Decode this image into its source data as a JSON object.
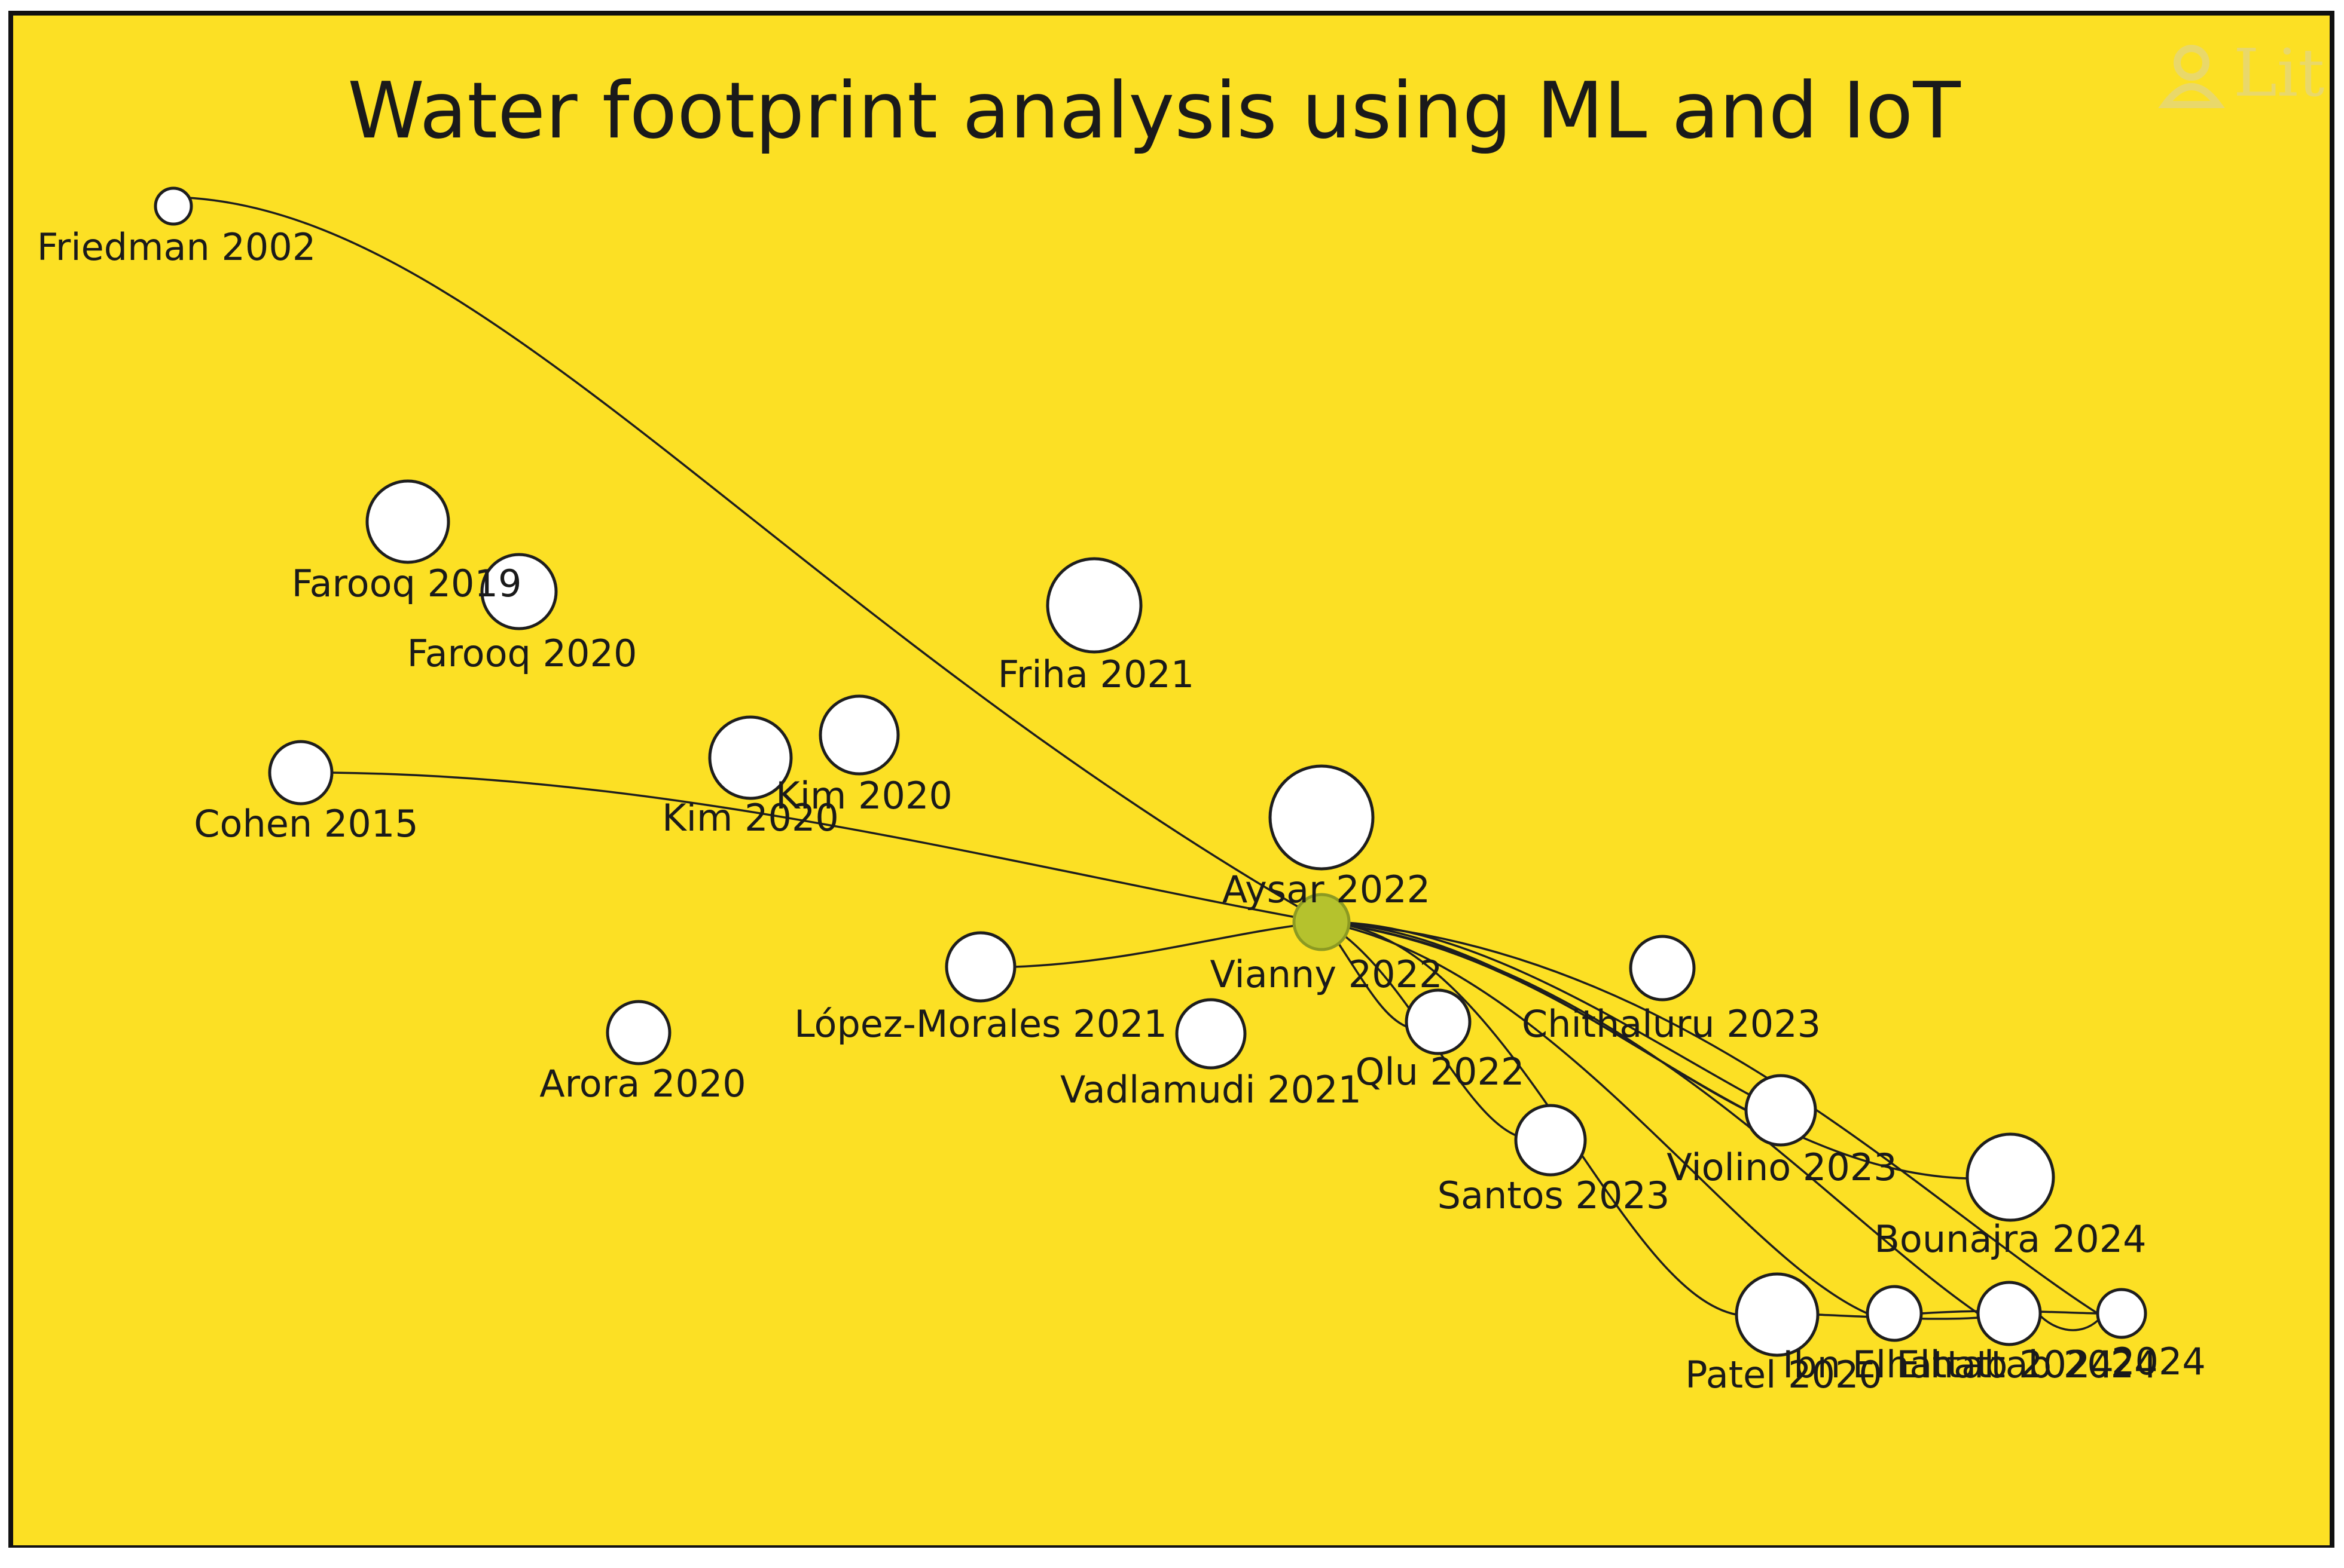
{
  "colors": {
    "background": "#fce024",
    "frame": "#111111",
    "node_fill": "#ffffff",
    "focus_fill": "#b5c22d",
    "edge": "#1e1e1e"
  },
  "title": "Water footprint analysis using ML and IoT",
  "watermark": "Lit",
  "watermark_icon": "person-network-icon",
  "nodes": [
    {
      "id": "friedman2002",
      "label": "Friedman 2002"
    },
    {
      "id": "farooq2019",
      "label": "Farooq 2019"
    },
    {
      "id": "farooq2020",
      "label": "Farooq 2020"
    },
    {
      "id": "friha2021",
      "label": "Friha 2021"
    },
    {
      "id": "cohen2015",
      "label": "Cohen 2015"
    },
    {
      "id": "kim2020a",
      "label": "Kim 2020"
    },
    {
      "id": "kim2020b",
      "label": "Kim 2020"
    },
    {
      "id": "aysar2022",
      "label": "Aysar 2022"
    },
    {
      "id": "vianny2022",
      "label": "Vianny 2022"
    },
    {
      "id": "lopez2021",
      "label": "López-Morales 2021"
    },
    {
      "id": "vadlamudi2021",
      "label": "Vadlamudi 2021"
    },
    {
      "id": "arora2020",
      "label": "Arora 2020"
    },
    {
      "id": "qiu2022",
      "label": "Qlu 2022"
    },
    {
      "id": "chithaluru2023",
      "label": "Chithaluru 2023"
    },
    {
      "id": "violino2023",
      "label": "Violino 2023"
    },
    {
      "id": "santos2023",
      "label": "Santos 2023"
    },
    {
      "id": "bounajra2024",
      "label": "Bounajra 2024"
    },
    {
      "id": "patel2020",
      "label": "Patel 2020"
    },
    {
      "id": "ibn2024",
      "label": "Ibn Elhattab 2024"
    },
    {
      "id": "elhattab2024",
      "label": "Elhattab 2024"
    },
    {
      "id": "x2024",
      "label": "2024"
    }
  ]
}
